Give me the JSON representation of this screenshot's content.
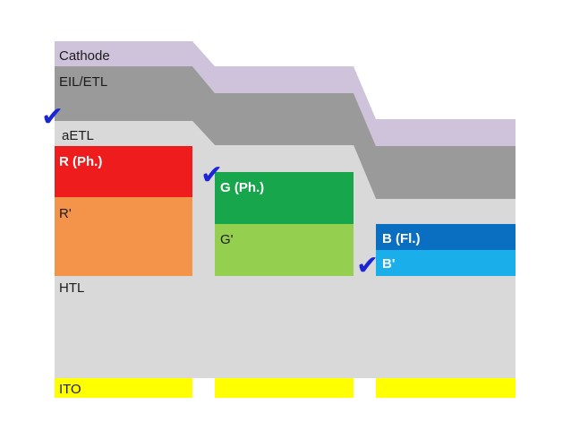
{
  "layers": {
    "cathode": "Cathode",
    "eil_etl": "EIL/ETL",
    "aetl": "aETL",
    "r_ph": "R (Ph.)",
    "r_prime": "R'",
    "g_ph": "G (Ph.)",
    "g_prime": "G'",
    "b_fl": "B (Fl.)",
    "b_prime": "B'",
    "htl": "HTL",
    "ito": "ITO"
  },
  "colors": {
    "cathode": "#cfc3dc",
    "eil_etl": "#9a9a9a",
    "aetl": "#d9d9d9",
    "r_ph": "#ee1c1c",
    "r_prime": "#f4944a",
    "g_ph": "#17a64b",
    "g_prime": "#94cf50",
    "b_fl": "#0a6fc0",
    "b_prime": "#1aaeea",
    "htl": "#d9d9d9",
    "ito": "#ffff00",
    "check": "#1a26d6"
  },
  "icons": {
    "checkmark": "checkmark-icon"
  }
}
